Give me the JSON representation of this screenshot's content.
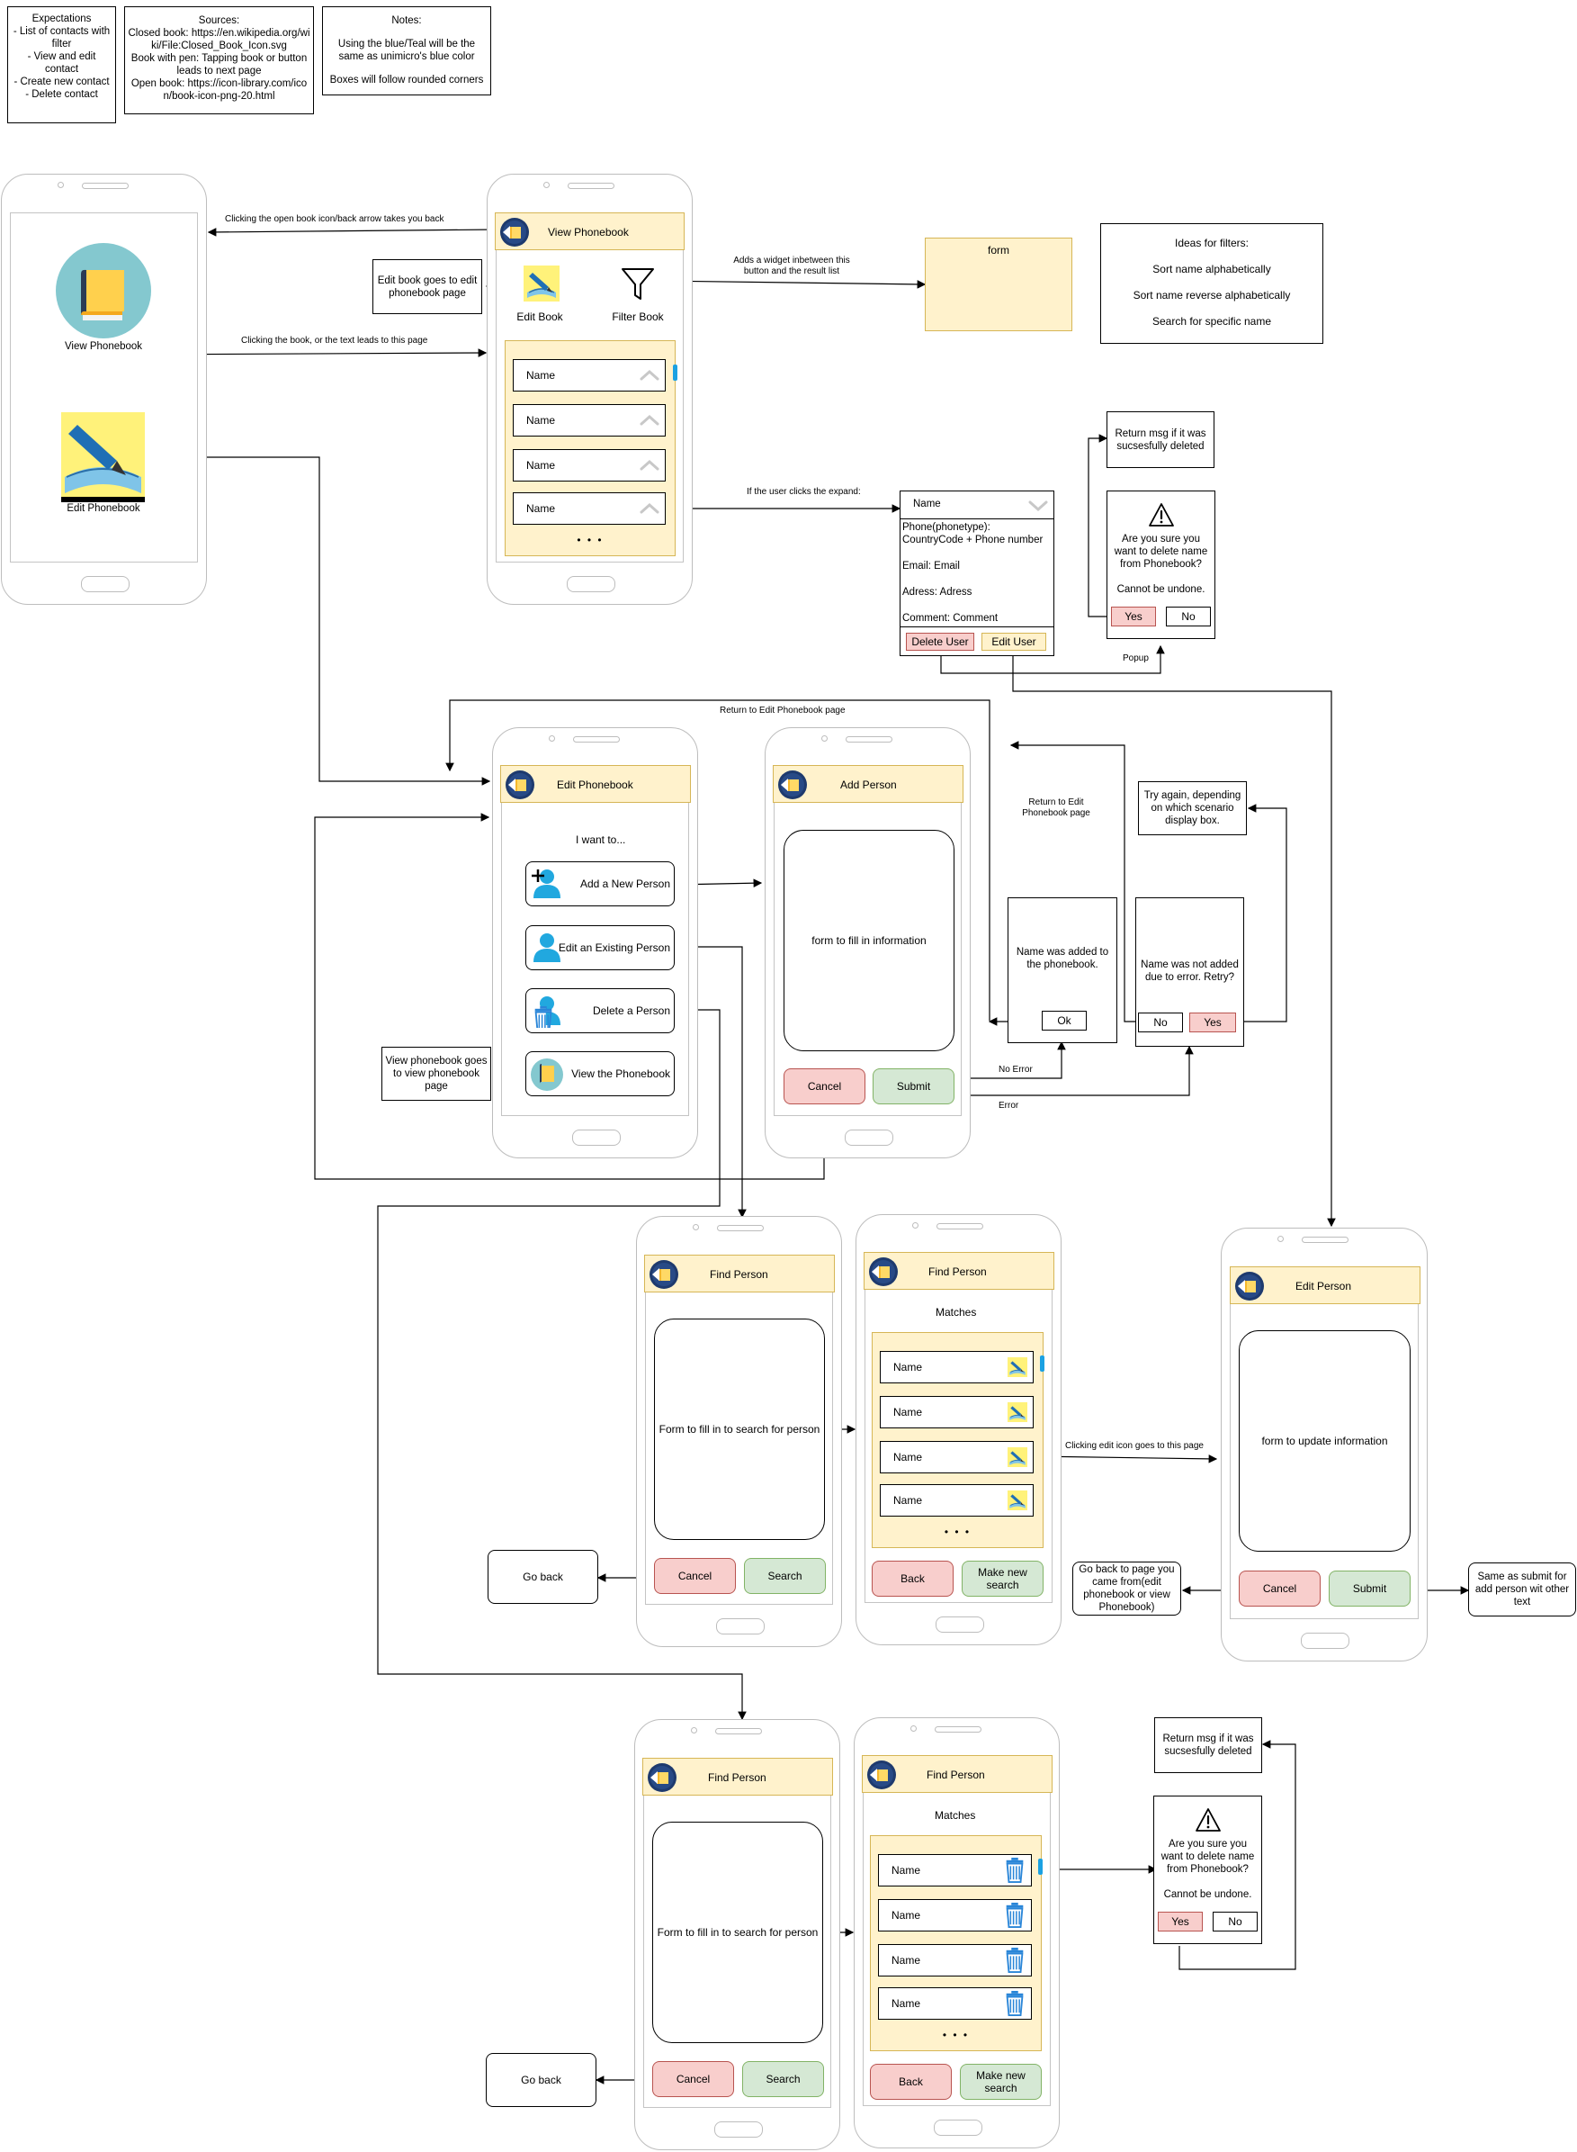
{
  "top_notes": {
    "expectations": [
      "Expectations",
      "- List of contacts with filter",
      "- View and edit contact",
      "- Create new contact",
      "- Delete contact"
    ],
    "sources": [
      "Sources:",
      "Closed book: https://en.wikipedia.org/wiki/File:Closed_Book_Icon.svg",
      "Book with pen: Tapping book or button leads to next page",
      "Open book: https://icon-library.com/icon/book-icon-png-20.html"
    ],
    "notes": [
      "Notes:",
      "Using the blue/Teal will be the same as unimicro's blue color",
      "Boxes will follow rounded corners"
    ]
  },
  "home": {
    "view_label": "View Phonebook",
    "edit_label": "Edit Phonebook"
  },
  "view_phonebook": {
    "title": "View Phonebook",
    "edit_book": "Edit Book",
    "filter_book": "Filter Book",
    "rows": [
      "Name",
      "Name",
      "Name",
      "Name"
    ],
    "dots": "• • •"
  },
  "form_box": "form",
  "filter_ideas": [
    "Ideas for filters:",
    "Sort name alphabetically",
    "Sort name reverse alphabetically",
    "Search for specific name"
  ],
  "expanded": {
    "name": "Name",
    "lines": [
      "Phone(phonetype): CountryCode + Phone number",
      "Email: Email",
      "Adress: Adress",
      "Comment: Comment"
    ],
    "delete_btn": "Delete User",
    "edit_btn": "Edit User"
  },
  "return_msg_top": "Return msg if it was sucsesfully deleted",
  "confirm_top": {
    "text": "Are you sure you want to delete name from Phonebook?",
    "undone": "Cannot be undone.",
    "yes": "Yes",
    "no": "No"
  },
  "edit_phonebook": {
    "title": "Edit Phonebook",
    "i_want": "I want to...",
    "options": [
      "Add a New Person",
      "Edit an Existing Person",
      "Delete a Person",
      "View the Phonebook"
    ]
  },
  "add_person": {
    "title": "Add Person",
    "form": "form to fill in information",
    "cancel": "Cancel",
    "submit": "Submit"
  },
  "added_msg": {
    "text": "Name was added to the phonebook.",
    "ok": "Ok"
  },
  "not_added_msg": {
    "text": "Name was not added due to error. Retry?",
    "no": "No",
    "yes": "Yes"
  },
  "try_again": "Try again, depending on which scenario display box.",
  "view_pb_note": "View phonebook goes to view phonebook page",
  "edit_book_note": "Edit book goes to edit phonebook page",
  "find_person": {
    "title": "Find Person",
    "form": "Form to fill in to search for person",
    "cancel": "Cancel",
    "search": "Search"
  },
  "matches": {
    "title": "Find Person",
    "heading": "Matches",
    "rows": [
      "Name",
      "Name",
      "Name",
      "Name"
    ],
    "dots": "• • •",
    "back": "Back",
    "new_search": "Make new search"
  },
  "edit_person": {
    "title": "Edit Person",
    "form": "form to update information",
    "cancel": "Cancel",
    "submit": "Submit"
  },
  "go_back": "Go back",
  "go_back_origin": "Go back to page you came from(edit phonebook or view Phonebook)",
  "same_as_submit": "Same as submit for add person wit other text",
  "return_msg_bottom": "Return msg if it was sucsesfully deleted",
  "confirm_bottom": {
    "text": "Are you sure you want to delete name from Phonebook?",
    "undone": "Cannot be undone.",
    "yes": "Yes",
    "no": "No"
  },
  "edge_labels": {
    "back_arrow": "Clicking the open book icon/back arrow takes you back",
    "book_leads": "Clicking the book, or the text leads to this page",
    "adds_widget": "Adds a widget inbetween this button and the result list",
    "expand": "If the user clicks the expand:",
    "popup": "Popup",
    "return_edit": "Return to Edit Phonebook page",
    "return_edit2": "Return to Edit Phonebook page",
    "no_error": "No Error",
    "error": "Error",
    "edit_icon": "Clicking edit icon goes to this page"
  },
  "colors": {
    "header_fill": "#fff2cc",
    "header_stroke": "#d6b656",
    "red_fill": "#f8cecc",
    "green_fill": "#d5e8d4",
    "accent_blue": "#1ba1e2"
  }
}
